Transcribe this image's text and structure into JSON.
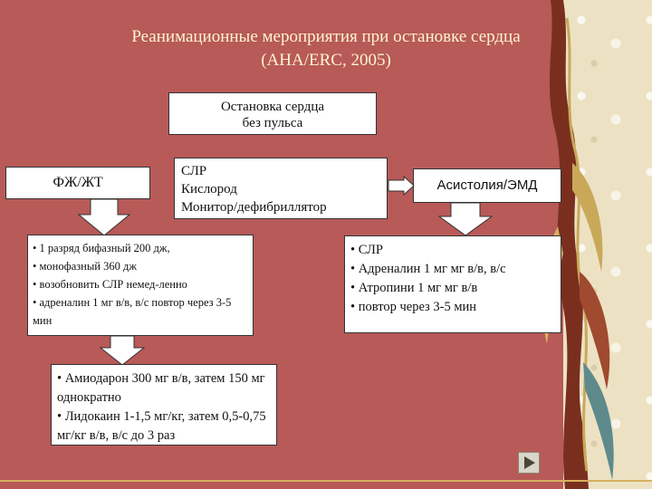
{
  "title": {
    "line1": "Реанимационные мероприятия при остановке сердца",
    "line2": "(АНА/ERC, 2005)"
  },
  "start_box": {
    "line1": "Остановка сердца",
    "line2": "без пульса"
  },
  "vf_box": {
    "label": "ФЖ/ЖТ"
  },
  "cpr_box": {
    "line1": "СЛР",
    "line2": "Кислород",
    "line3": "Монитор/дефибриллятор"
  },
  "asystole_box": {
    "label": "Асистолия/ЭМД"
  },
  "vf_actions": {
    "items": [
      "• 1 разряд бифазный 200 дж,",
      "• монофазный 360 дж",
      "• возобновить СЛР немед-ленно",
      "• адреналин 1 мг в/в, в/с повтор через 3-5 мин"
    ]
  },
  "antiarrhythmic": {
    "items": [
      "• Амиодарон 300 мг в/в, затем 150 мг однократно",
      "• Лидокаин 1-1,5 мг/кг, затем 0,5-0,75 мг/кг в/в, в/с до 3 раз"
    ]
  },
  "asystole_actions": {
    "items": [
      "• СЛР",
      "• Адреналин 1 мг мг в/в, в/с",
      "• Атропини 1 мг мг в/в",
      "• повтор через 3-5 мин"
    ]
  },
  "navigation": {
    "icon": "play-forward-icon"
  },
  "colors": {
    "background": "#b75a58",
    "title_text": "#fff4d0",
    "sidebar": "#ece2c3",
    "vine_dark": "#7a2f1e",
    "vine_light": "#c9a85a",
    "box_fill": "#ffffff"
  }
}
